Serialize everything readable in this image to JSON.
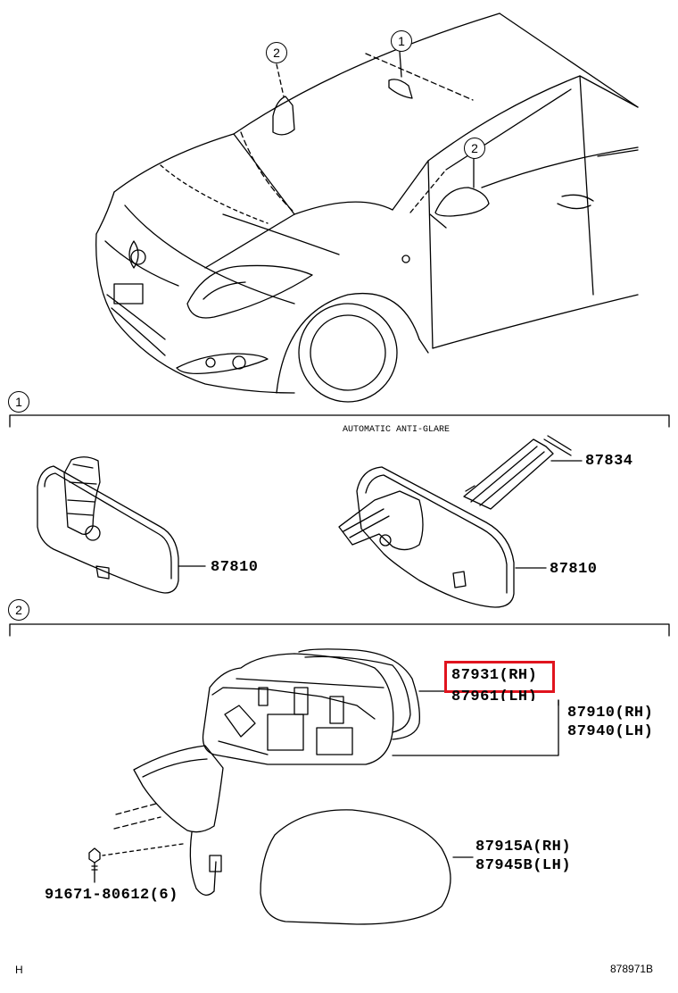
{
  "callouts": {
    "c1": "1",
    "c2": "2"
  },
  "sections": {
    "one": {
      "number": "1",
      "subtitle": "AUTOMATIC ANTI-GLARE"
    },
    "two": {
      "number": "2"
    }
  },
  "parts": {
    "p87834": "87834",
    "p87810_left": "87810",
    "p87810_right": "87810",
    "p87931": "87931(RH)",
    "p87961": "87961(LH)",
    "p87910": "87910(RH)",
    "p87940": "87940(LH)",
    "p87915": "87915A(RH)",
    "p87945": "87945B(LH)",
    "p91671": "91671-80612(6)"
  },
  "footer": {
    "left": "H",
    "right": "878971B"
  },
  "colors": {
    "highlight": "#e0141e",
    "line": "#000000"
  }
}
